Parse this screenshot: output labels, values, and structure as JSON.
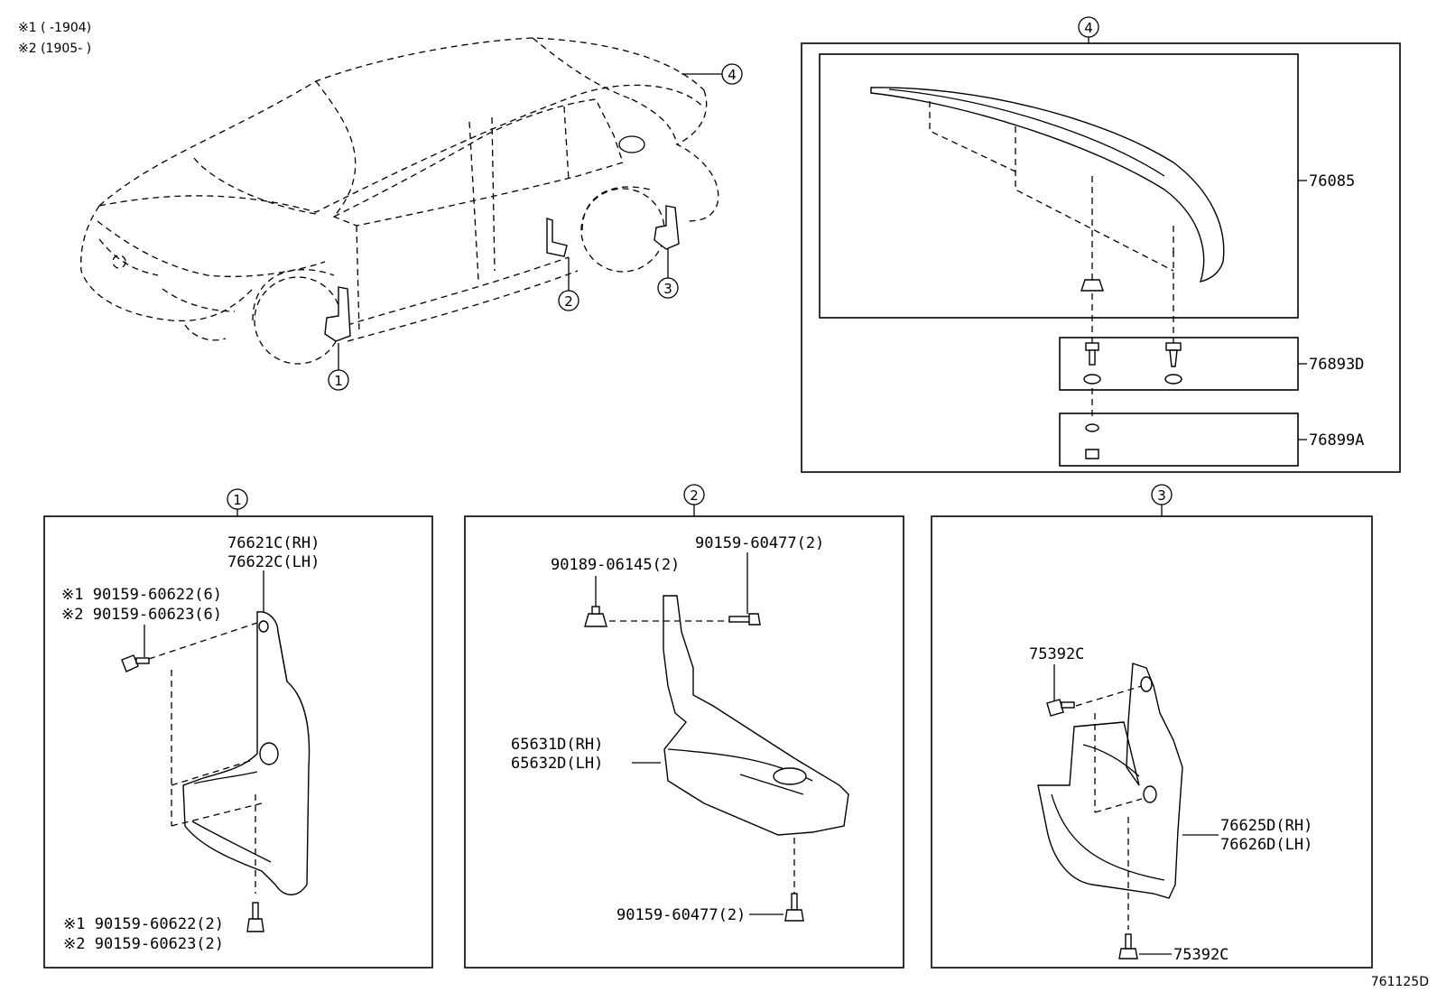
{
  "notes": {
    "note1": "※1 (      -1904)",
    "note2": "※2 (1905-      )"
  },
  "callouts": {
    "c1": "1",
    "c2": "2",
    "c3": "3",
    "c4": "4"
  },
  "spoiler": {
    "part_main": "76085",
    "part_clip_set": "76893D",
    "part_nut_set": "76899A"
  },
  "panel1": {
    "mudguard_rh": "76621C(RH)",
    "mudguard_lh": "76622C(LH)",
    "upper_screw_1": "※1 90159-60622(6)",
    "upper_screw_2": "※2 90159-60623(6)",
    "lower_screw_1": "※1 90159-60622(2)",
    "lower_screw_2": "※2 90159-60623(2)"
  },
  "panel2": {
    "clip": "90189-06145(2)",
    "screw_top": "90159-60477(2)",
    "guard_rh": "65631D(RH)",
    "guard_lh": "65632D(LH)",
    "screw_bottom": "90159-60477(2)"
  },
  "panel3": {
    "screw_top": "75392C",
    "mudguard_rh": "76625D(RH)",
    "mudguard_lh": "76626D(LH)",
    "screw_bottom": "75392C"
  },
  "figure_id": "761125D"
}
